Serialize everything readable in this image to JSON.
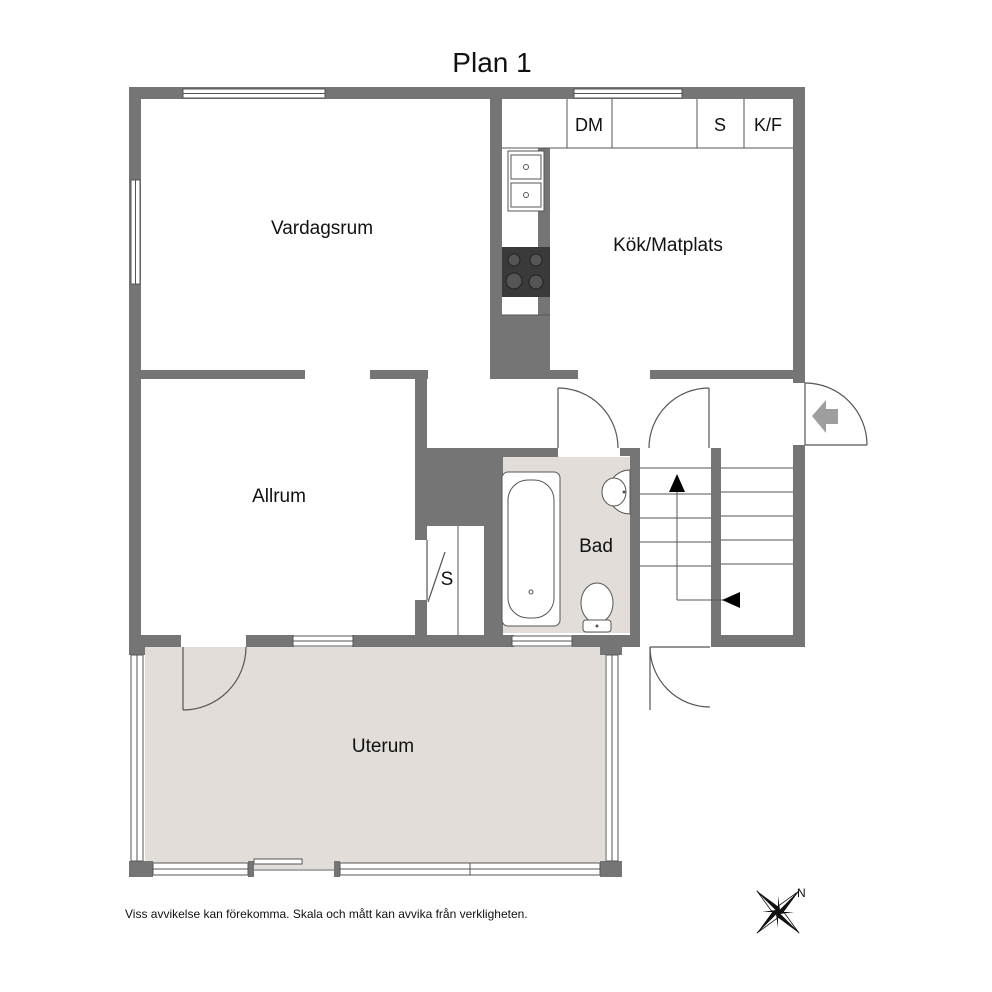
{
  "title": "Plan 1",
  "rooms": {
    "vardagsrum": "Vardagsrum",
    "kok": "Kök/Matplats",
    "allrum": "Allrum",
    "bad": "Bad",
    "uterum": "Uterum",
    "closet": "S"
  },
  "kitchen_units": {
    "dm": "DM",
    "s": "S",
    "kf": "K/F"
  },
  "disclaimer": "Viss avvikelse kan förekomma. Skala och mått kan avvika från verkligheten.",
  "compass": {
    "north_label": "N"
  },
  "colors": {
    "wall": "#757575",
    "wet_floor": "#e2ddd9",
    "line": "#555555",
    "appliance_dark": "#4a4a4a"
  }
}
